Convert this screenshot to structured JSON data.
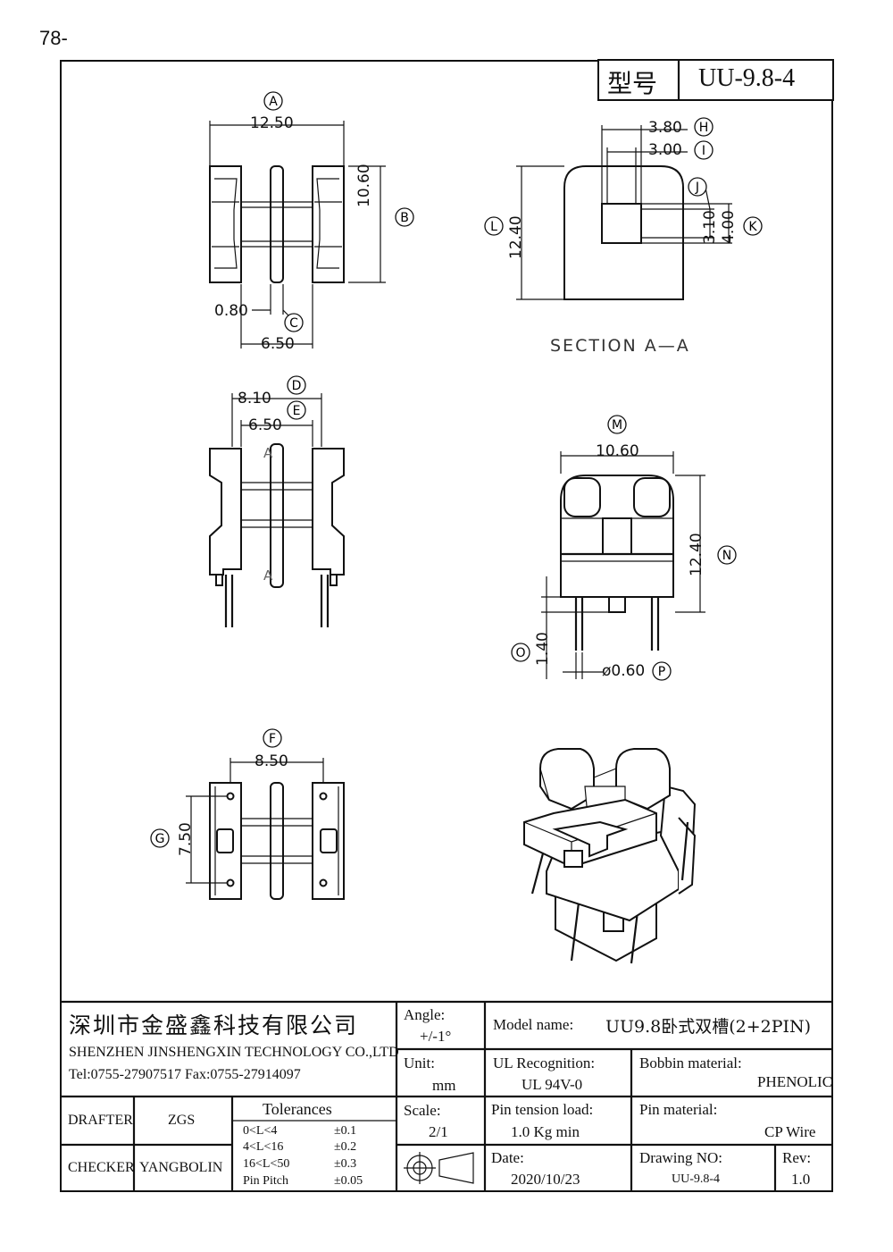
{
  "page_number": "78-",
  "header": {
    "label_cn": "型号",
    "model": "UU-9.8-4"
  },
  "dims": {
    "A": {
      "letter": "A",
      "value": "12.50"
    },
    "B": {
      "letter": "B",
      "value": "10.60"
    },
    "C": {
      "letter": "C",
      "value": "6.50"
    },
    "C_thk": {
      "value": "0.80"
    },
    "D": {
      "letter": "D",
      "value": "8.10"
    },
    "E": {
      "letter": "E",
      "value": "6.50"
    },
    "F": {
      "letter": "F",
      "value": "8.50"
    },
    "G": {
      "letter": "G",
      "value": "7.50"
    },
    "H": {
      "letter": "H",
      "value": "3.80"
    },
    "I": {
      "letter": "I",
      "value": "3.00"
    },
    "J": {
      "letter": "J",
      "value": ""
    },
    "J_val": {
      "value": "3.10"
    },
    "K": {
      "letter": "K",
      "value": "4.00"
    },
    "L": {
      "letter": "L",
      "value": "12.40"
    },
    "M": {
      "letter": "M",
      "value": "10.60"
    },
    "N": {
      "letter": "N",
      "value": "12.40"
    },
    "O": {
      "letter": "O",
      "value": "1.40"
    },
    "P": {
      "letter": "P",
      "value": "ø0.60"
    }
  },
  "section_label": "SECTION  A—A",
  "section_marks": [
    "A",
    "A"
  ],
  "title_block": {
    "company_cn": "深圳市金盛鑫科技有限公司",
    "company_en": "SHENZHEN JINSHENGXIN TECHNOLOGY CO.,LTD",
    "contact": "Tel:0755-27907517   Fax:0755-27914097",
    "angle_label": "Angle:",
    "angle_value": "+/-1°",
    "unit_label": "Unit:",
    "unit_value": "mm",
    "scale_label": "Scale:",
    "scale_value": "2/1",
    "model_label": "Model name:",
    "model_value": "UU9.8卧式双槽(2+2PIN)",
    "ul_label": "UL Recognition:",
    "ul_value": "UL 94V-0",
    "bobbin_label": "Bobbin material:",
    "bobbin_value": "PHENOLIC",
    "pin_tension_label": "Pin tension load:",
    "pin_tension_value": "1.0 Kg min",
    "pin_material_label": "Pin material:",
    "pin_material_value": "CP Wire",
    "date_label": "Date:",
    "date_value": "2020/10/23",
    "drawing_no_label": "Drawing NO:",
    "drawing_no_value": "UU-9.8-4",
    "rev_label": "Rev:",
    "rev_value": "1.0",
    "drafter_label": "DRAFTER",
    "drafter_value": "ZGS",
    "checker_label": "CHECKER",
    "checker_value": "YANGBOLIN",
    "tolerances_title": "Tolerances",
    "tolerances": [
      {
        "range": "0<L<4",
        "tol": "±0.1"
      },
      {
        "range": "4<L<16",
        "tol": "±0.2"
      },
      {
        "range": "16<L<50",
        "tol": "±0.3"
      },
      {
        "range": "Pin Pitch",
        "tol": "±0.05"
      }
    ]
  }
}
